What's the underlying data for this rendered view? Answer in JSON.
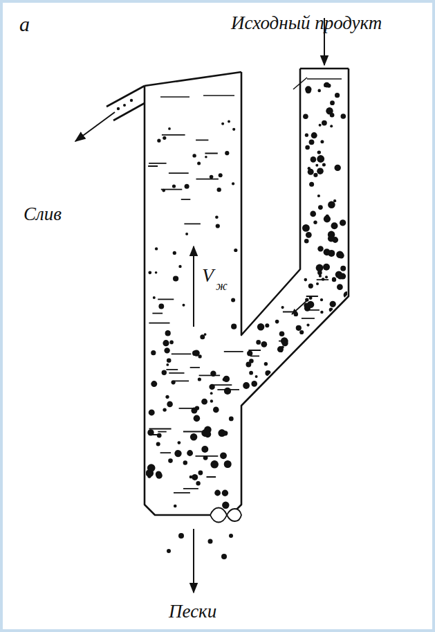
{
  "diagram": {
    "labels": [
      "а",
      "Исходный продукт",
      "Слив",
      "V",
      "ж",
      "Пески"
    ]
  }
}
